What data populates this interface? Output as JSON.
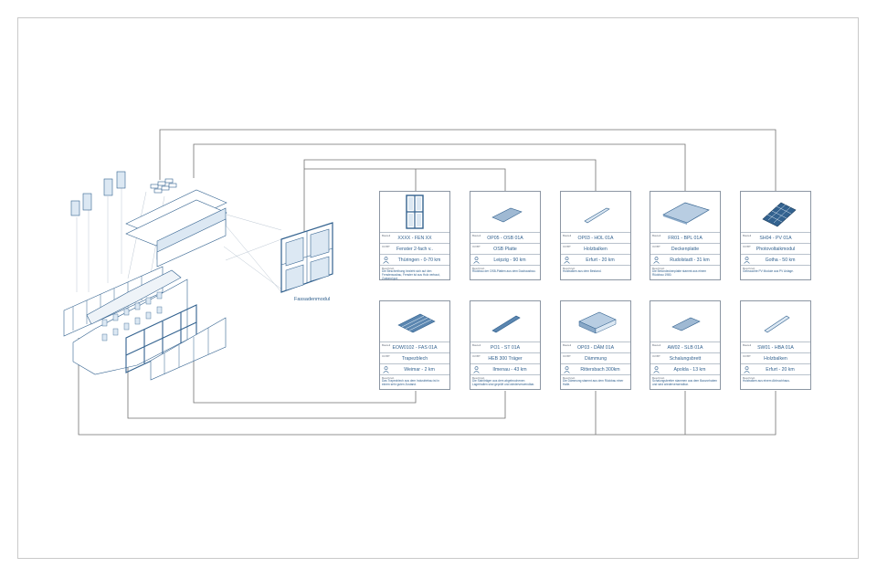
{
  "facade_label": "Fassadenmodul",
  "colors": {
    "accent": "#33628f",
    "line": "#707070",
    "border": "#8c96a3",
    "fill": "#dce8f3"
  },
  "cards": [
    {
      "id": "c1",
      "title": "XXXX - FEN XX",
      "k1": "Bauteil",
      "name": "Fenster 2-fach v..",
      "k2": "Ort/BT",
      "location": "Thüringen - 0-70 km",
      "k4": "Beschrieb",
      "description": "Die Beschreibung bezieht sich auf den Fensterausbau, Fenster ist aus Holz verbaut, Zustand gut.",
      "icon": "window-thumb-icon"
    },
    {
      "id": "c2",
      "title": "OP05 - OSB 01A",
      "k1": "Bauteil",
      "name": "OSB Platte",
      "k2": "Ort/BT",
      "location": "Leipzig - 90 km",
      "k4": "Beschrieb",
      "description": "Rückbau der OSB-Platten aus dem Dachausbau.",
      "icon": "osb-panel-icon"
    },
    {
      "id": "c3",
      "title": "OP03 - HOL 01A",
      "k1": "Bauteil",
      "name": "Holzbalken",
      "k2": "Ort/BT",
      "location": "Erfurt - 20 km",
      "k4": "Beschrieb",
      "description": "Holzbalken aus dem Bestand.",
      "icon": "beam-icon"
    },
    {
      "id": "c4",
      "title": "FR01 - BPL 01A",
      "k1": "Bauteil",
      "name": "Deckenplatte",
      "k2": "Ort/BT",
      "location": "Rudolstadt - 31 km",
      "k4": "Beschrieb",
      "description": "Die Betondeckenplatte stammt aus einem Rückbau 1980.",
      "icon": "slab-icon"
    },
    {
      "id": "c5",
      "title": "SH04 - PV 01A",
      "k1": "Bauteil",
      "name": "Photovoltaikmodul",
      "k2": "Ort/BT",
      "location": "Gotha - 50 km",
      "k4": "Beschrieb",
      "description": "Gebrauchte PV Module aus PV Anlage.",
      "icon": "pv-panel-icon"
    },
    {
      "id": "c6",
      "title": "EOW0102 - FAS 01A",
      "k1": "Bauteil",
      "name": "Trapezblech",
      "k2": "Ort/BT",
      "location": "Weimar - 2 km",
      "k4": "Beschrieb",
      "description": "Das Trapezblech aus dem Industriebau ist in einem sehr guten Zustand.",
      "icon": "trapezoidal-sheet-icon"
    },
    {
      "id": "c7",
      "title": "PO1 - ST 01A",
      "k1": "Bauteil",
      "name": "HEB 300 Träger",
      "k2": "Ort/BT",
      "location": "Ilmenau - 43 km",
      "k4": "Beschrieb",
      "description": "Die Stahlträger aus dem abgebrochenen Lagerhallen sind geprüft und wiederverwendbar.",
      "icon": "steel-beam-icon"
    },
    {
      "id": "c8",
      "title": "OP03 - DÄM 01A",
      "k1": "Bauteil",
      "name": "Dämmung",
      "k2": "Ort/BT",
      "location": "Rittersbach 300km",
      "k4": "Beschrieb",
      "description": "Die Dämmung stammt aus dem Rückbau einer Halle.",
      "icon": "insulation-icon"
    },
    {
      "id": "c9",
      "title": "AW02 - SLB 01A",
      "k1": "Bauteil",
      "name": "Schalungsbrett",
      "k2": "Ort/BT",
      "location": "Apolda - 13 km",
      "k4": "Beschrieb",
      "description": "Schalungsbretter stammen aus dem Bauvorhaben und sind wiederverwendbar.",
      "icon": "board-icon"
    },
    {
      "id": "c10",
      "title": "SW01 - HBA 01A",
      "k1": "Bauteil",
      "name": "Holzbalken",
      "k2": "Ort/BT",
      "location": "Erfurt - 20 km",
      "k4": "Beschrieb",
      "description": "Holzbalken aus einem Abbruchhaus.",
      "icon": "timber-beam-icon"
    }
  ]
}
